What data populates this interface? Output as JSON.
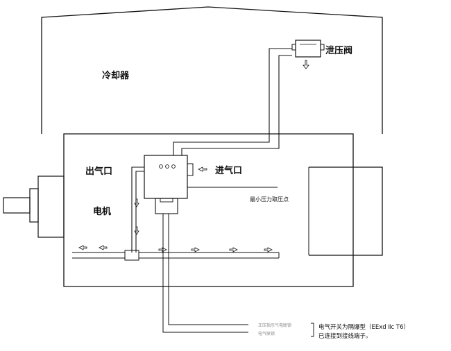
{
  "labels": {
    "cooler": "冷却器",
    "relief_valve": "泄压阀",
    "air_outlet": "出气口",
    "air_inlet": "进气口",
    "motor": "电机",
    "min_pressure_point": "最小压力取压点",
    "signal_cable": "正压指示气电联锁",
    "interlock_cable": "电气联锁",
    "note_line1": "电气开关为隔爆型（EExd Ⅱc T6）",
    "note_line2": "已连接到接线端子。"
  },
  "colors": {
    "stroke": "#111111",
    "cable_gray": "#8a8a8a",
    "background": "#ffffff"
  },
  "icons": {
    "air_arrow": "arrow-icon",
    "relief_vent_arrow": "down-arrow-icon"
  }
}
